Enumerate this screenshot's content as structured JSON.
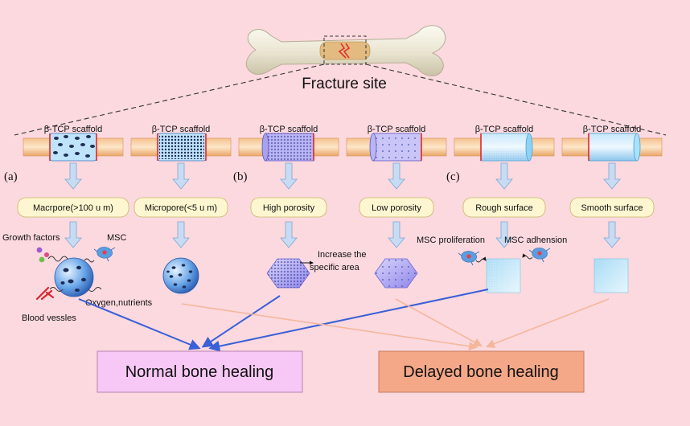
{
  "title": "Fracture site",
  "scaffold_label": "β-TCP scaffold",
  "panels": {
    "a": "(a)",
    "b": "(b)",
    "c": "(c)"
  },
  "properties": {
    "macropore": "Macrpore(>100 u m)",
    "micropore": "Micropore(<5 u m)",
    "high_porosity": "High porosity",
    "low_porosity": "Low porosity",
    "rough_surface": "Rough surface",
    "smooth_surface": "Smooth surface"
  },
  "annotations": {
    "growth_factors": "Growth factors",
    "msc": "MSC",
    "blood_vessels": "Blood vessles",
    "oxygen_nutrients": "Oxygen,nutrients",
    "increase_area_line1": "Increase the",
    "increase_area_line2": "specific area",
    "msc_proliferation": "MSC proliferation",
    "msc_adhesion": "MSC adhension"
  },
  "outcomes": {
    "normal": "Normal bone healing",
    "delayed": "Delayed bone healing"
  },
  "colors": {
    "background": "#fbd9df",
    "normal_box": "#f7c8f5",
    "delayed_box": "#f5a888",
    "blue_arrow": "#3a5fd6",
    "orange_arrow": "#f5b79c",
    "down_arrow": "#c7dcf3"
  }
}
